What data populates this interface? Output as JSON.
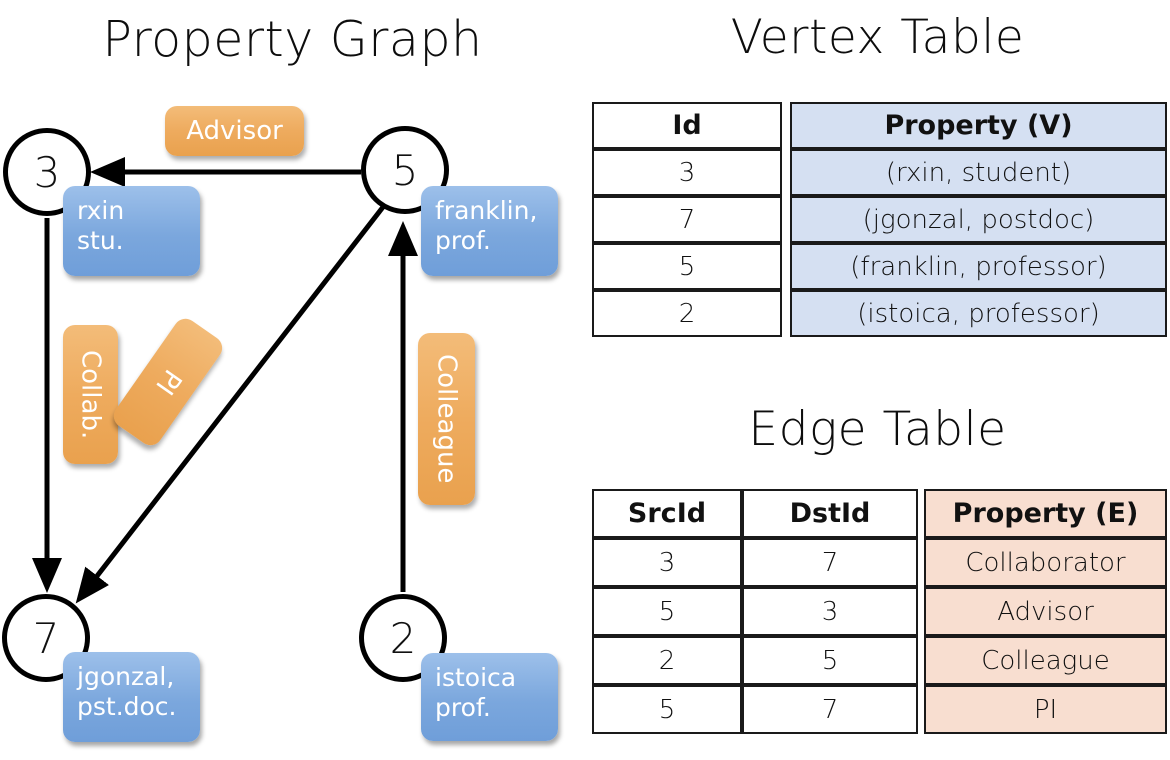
{
  "titles": {
    "property_graph": "Property Graph",
    "vertex_table": "Vertex Table",
    "edge_table": "Edge Table"
  },
  "graph": {
    "nodes": [
      {
        "id": "3",
        "label_line1": "rxin",
        "label_line2": "stu."
      },
      {
        "id": "5",
        "label_line1": "franklin,",
        "label_line2": "prof."
      },
      {
        "id": "7",
        "label_line1": "jgonzal,",
        "label_line2": "pst.doc."
      },
      {
        "id": "2",
        "label_line1": "istoica",
        "label_line2": "prof."
      }
    ],
    "edge_labels": {
      "advisor": "Advisor",
      "collab": "Collab.",
      "pi": "PI",
      "colleague": "Colleague"
    },
    "edges": [
      {
        "src": "5",
        "dst": "3",
        "label": "Advisor"
      },
      {
        "src": "3",
        "dst": "7",
        "label": "Collab."
      },
      {
        "src": "5",
        "dst": "7",
        "label": "PI"
      },
      {
        "src": "2",
        "dst": "5",
        "label": "Colleague"
      }
    ]
  },
  "vertex_table": {
    "headers": [
      "Id",
      "Property (V)"
    ],
    "rows": [
      {
        "id": "3",
        "property": "(rxin, student)"
      },
      {
        "id": "7",
        "property": "(jgonzal, postdoc)"
      },
      {
        "id": "5",
        "property": "(franklin, professor)"
      },
      {
        "id": "2",
        "property": "(istoica, professor)"
      }
    ]
  },
  "edge_table": {
    "headers": [
      "SrcId",
      "DstId",
      "Property (E)"
    ],
    "rows": [
      {
        "src": "3",
        "dst": "7",
        "property": "Collaborator"
      },
      {
        "src": "5",
        "dst": "3",
        "property": "Advisor"
      },
      {
        "src": "2",
        "dst": "5",
        "property": "Colleague"
      },
      {
        "src": "5",
        "dst": "7",
        "property": "PI"
      }
    ]
  },
  "colors": {
    "vertex_property_fill": "#d5e0f2",
    "edge_property_fill": "#f8ded0",
    "vertex_box": "#7ba7dd",
    "edge_box": "#eeab5e",
    "stroke": "#000000",
    "background": "#ffffff"
  }
}
